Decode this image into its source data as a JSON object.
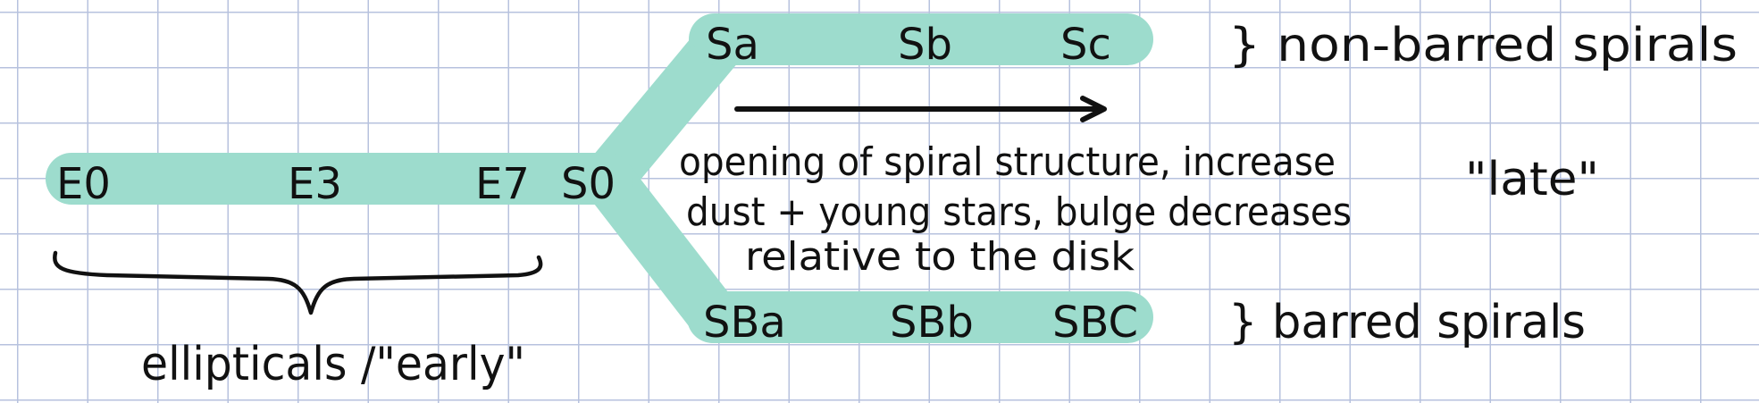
{
  "band_color": "#9ddccd",
  "nodes": {
    "e0": "E0",
    "e3": "E3",
    "e7": "E7",
    "s0": "S0",
    "sa": "Sa",
    "sb": "Sb",
    "sc": "Sc",
    "sba": "SBa",
    "sbb": "SBb",
    "sbc": "SBC"
  },
  "labels": {
    "non_barred": "} non-barred spirals",
    "barred": "} barred spirals",
    "late": "\"late\"",
    "ellipticals": "ellipticals /\"early\""
  },
  "description": {
    "line1": "opening of spiral structure, increase",
    "line2": "dust + young stars, bulge decreases",
    "line3": "relative to the disk"
  }
}
